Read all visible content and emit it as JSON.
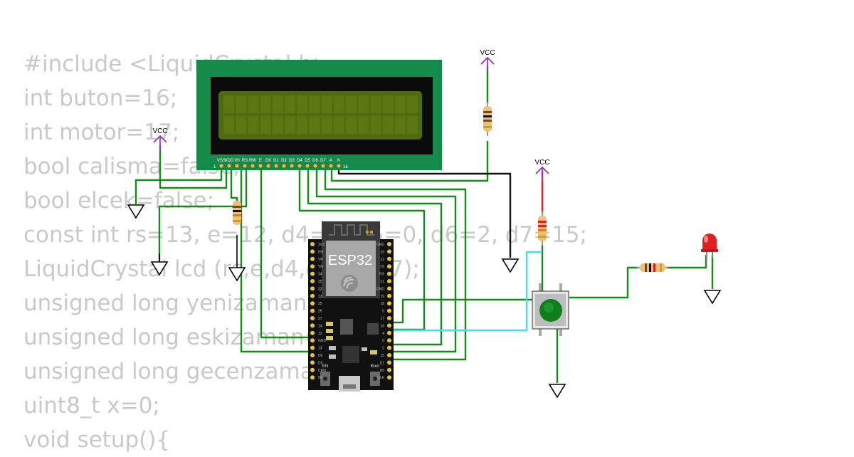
{
  "code_lines": [
    "#include <LiquidCrystal.h>",
    "int buton=16;",
    "int motor=17;",
    "bool calisma=false;",
    "bool elcek=false;",
    "const int rs=13, e=12, d4=4, d5=0, d6=2, d7=15;",
    "LiquidCrystal lcd (rs,e,d4,d5,d6,d7);",
    "unsigned long yenizaman=0;",
    "unsigned long eskizaman=0;",
    "unsigned long gecenzaman=0;",
    "uint8_t x=0;",
    "void setup(){"
  ],
  "lcd": {
    "pin_labels": [
      "VSS",
      "VDD",
      "V0",
      "RS",
      "RW",
      "E",
      "D0",
      "D1",
      "D2",
      "D3",
      "D4",
      "D5",
      "D6",
      "D7",
      "A",
      "K"
    ],
    "pin_first": "1",
    "pin_last": "16"
  },
  "vcc_labels": [
    "VCC",
    "VCC",
    "VCC"
  ],
  "esp32": {
    "title": "ESP32",
    "en_label": "EN",
    "boot_label": "Boot",
    "left_pins": [
      "3V3",
      "EN",
      "VP",
      "VN",
      "34",
      "35",
      "32",
      "33",
      "25",
      "26",
      "27",
      "14",
      "12",
      "GND",
      "13",
      "D2",
      "D3",
      "CMD",
      "5V"
    ],
    "right_pins": [
      "GND",
      "23",
      "22",
      "TX",
      "RX",
      "21",
      "GND",
      "19",
      "18",
      "5",
      "17",
      "16",
      "4",
      "0",
      "2",
      "15",
      "D1",
      "D0",
      "CLK"
    ]
  },
  "colors": {
    "board_green": "#148a4b",
    "lcd_screen": "#4f6b0e",
    "wire_green": "#168a16",
    "wire_cyan": "#43dff0",
    "wire_black": "#111111",
    "vcc_purple": "#9b30c8",
    "led_red": "#e02020",
    "code_text": "#c9c9c9"
  },
  "icons": [
    "vcc-arrow-icon",
    "ground-icon",
    "resistor-icon",
    "led-icon",
    "pushbutton-icon"
  ]
}
